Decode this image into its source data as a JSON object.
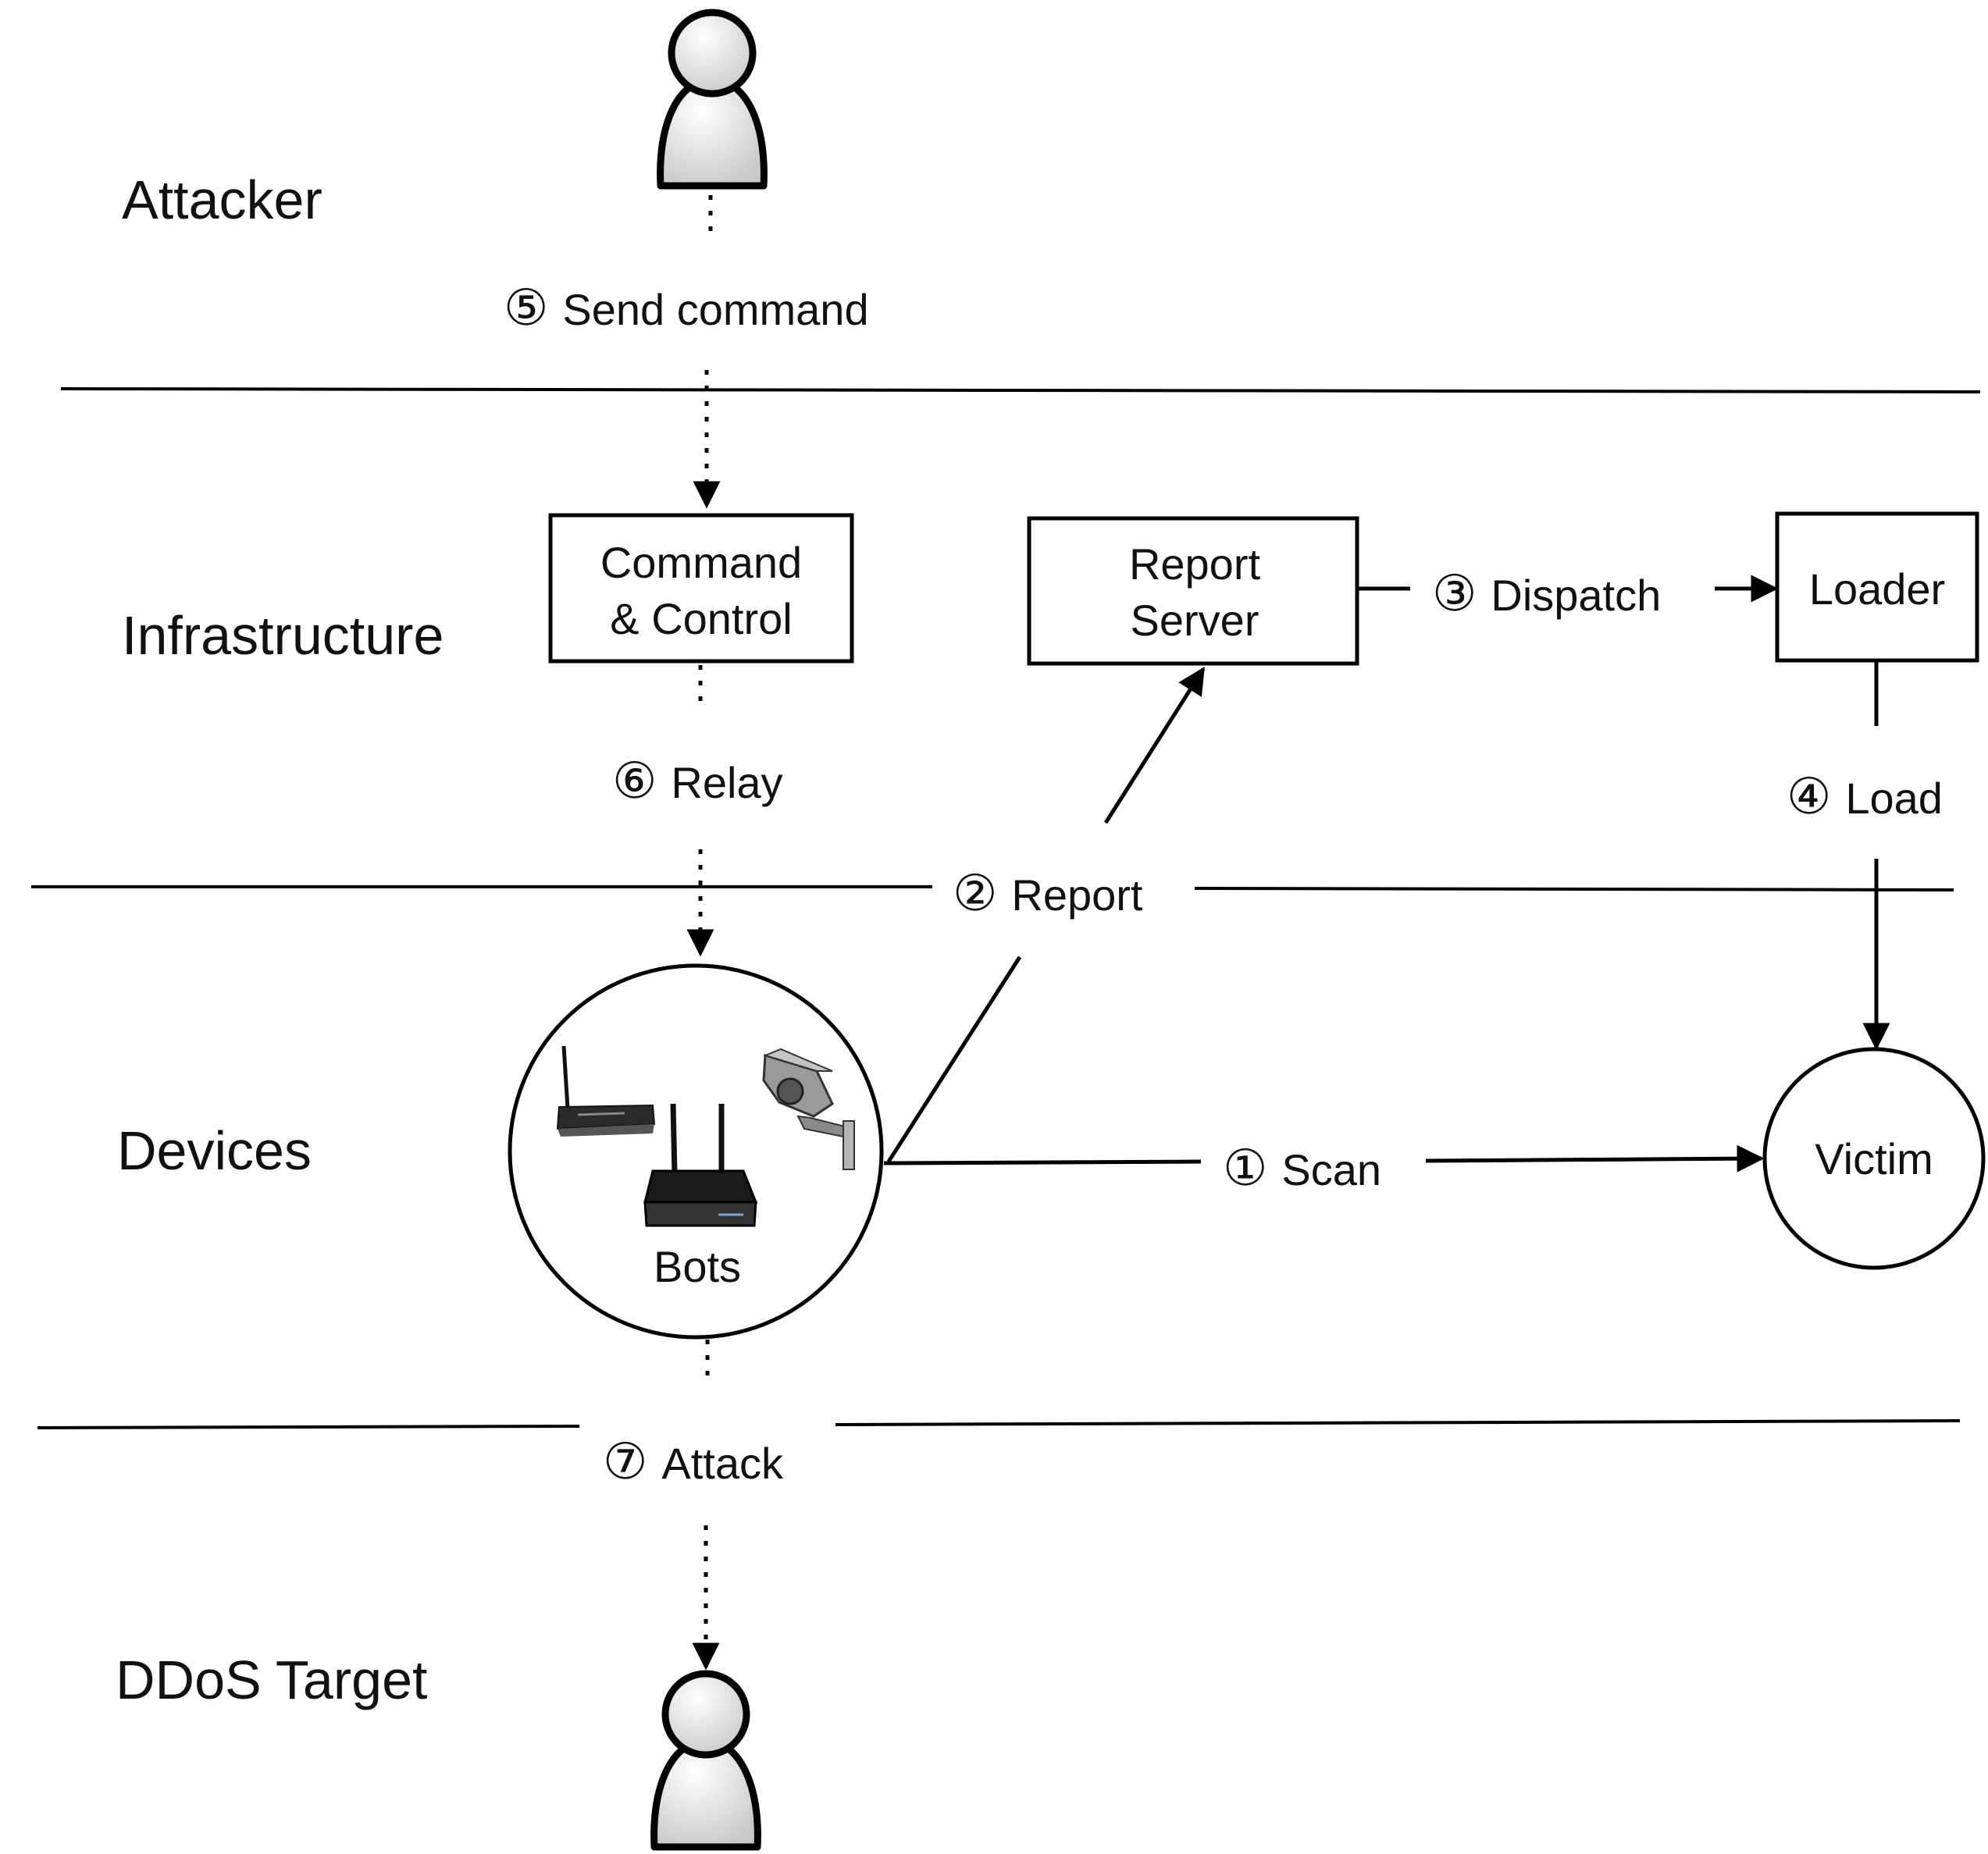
{
  "layers": {
    "attacker": "Attacker",
    "infrastructure": "Infrastructure",
    "devices": "Devices",
    "ddos_target": "DDoS Target"
  },
  "nodes": {
    "cnc_line1": "Command",
    "cnc_line2": "& Control",
    "report_line1": "Report",
    "report_line2": "Server",
    "loader": "Loader",
    "bots": "Bots",
    "victim": "Victim"
  },
  "edges": {
    "scan": {
      "num": "①",
      "label": "Scan"
    },
    "report": {
      "num": "②",
      "label": "Report"
    },
    "dispatch": {
      "num": "③",
      "label": "Dispatch"
    },
    "load": {
      "num": "④",
      "label": "Load"
    },
    "send": {
      "num": "⑤",
      "label": "Send command"
    },
    "relay": {
      "num": "⑥",
      "label": "Relay"
    },
    "attack": {
      "num": "⑦",
      "label": "Attack"
    }
  },
  "icons": {
    "attacker": "person-icon",
    "target": "person-icon",
    "router1": "router-icon",
    "router2": "wifi-router-icon",
    "camera": "security-camera-icon"
  }
}
